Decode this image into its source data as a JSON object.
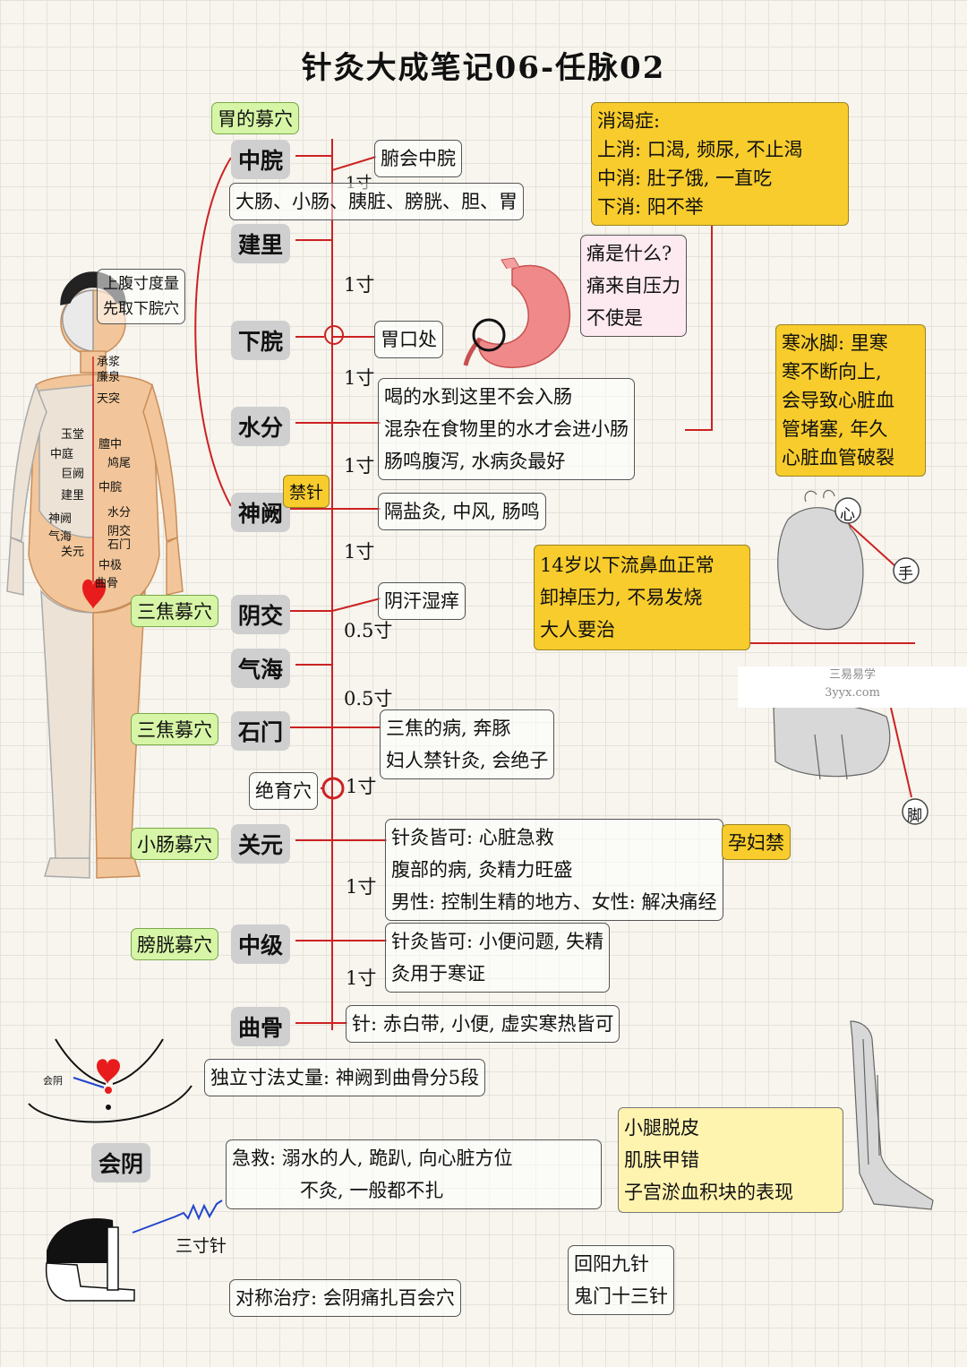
{
  "title": "针灸大成笔记06-任脉02",
  "points": {
    "zhongwan": "中脘",
    "jianli": "建里",
    "xiawan": "下脘",
    "shuifen": "水分",
    "shenque": "神阙",
    "yinjiao": "阴交",
    "qihai": "气海",
    "shimen": "石门",
    "guanyuan": "关元",
    "zhongji": "中级",
    "qugu": "曲骨",
    "huiyin": "会阴"
  },
  "mu_labels": {
    "wei": "胃的募穴",
    "sanjiao1": "三焦募穴",
    "sanjiao2": "三焦募穴",
    "xiaochang": "小肠募穴",
    "pangguang": "膀胱募穴"
  },
  "distances": [
    "1寸",
    "1寸",
    "1寸",
    "1寸",
    "1寸",
    "0.5寸",
    "0.5寸",
    "1寸",
    "1寸",
    "1寸"
  ],
  "notes": {
    "fuhui": "腑会中脘",
    "organs": "大肠、小肠、胰脏、膀胱、胆、胃",
    "upper_measure": [
      "上腹寸度量",
      "先取下脘穴"
    ],
    "weikou": "胃口处",
    "shuifen": [
      "喝的水到这里不会入肠",
      "混杂在食物里的水才会进小肠",
      "肠鸣腹泻, 水病灸最好"
    ],
    "jinzhen": "禁针",
    "shenque": "隔盐灸, 中风, 肠鸣",
    "yinjiao": "阴汗湿痒",
    "shimen": [
      "三焦的病, 奔豚",
      "妇人禁针灸, 会绝子"
    ],
    "jueyu": "绝育穴",
    "guanyuan": [
      "针灸皆可: 心脏急救",
      "腹部的病, 灸精力旺盛",
      "男性: 控制生精的地方、女性: 解决痛经"
    ],
    "yunfu": "孕妇禁",
    "zhongji": [
      "针灸皆可: 小便问题, 失精",
      "灸用于寒证"
    ],
    "qugu": "针: 赤白带, 小便, 虚实寒热皆可",
    "duli": "独立寸法丈量: 神阙到曲骨分5段",
    "huiyin_aid": [
      "急救: 溺水的人, 跪趴, 向心脏方位",
      "不灸, 一般都不扎"
    ],
    "sancun": "三寸针",
    "duicheng": "对称治疗: 会阴痛扎百会穴",
    "huiyang": [
      "回阳九针",
      "鬼门十三针"
    ]
  },
  "callouts": {
    "xiaoke": [
      "消渴症:",
      "上消: 口渴, 频尿, 不止渴",
      "中消: 肚子饿, 一直吃",
      "下消: 阳不举"
    ],
    "tong": [
      "痛是什么?",
      "痛来自压力",
      "不使是"
    ],
    "hanbing": [
      "寒冰脚: 里寒",
      "寒不断向上,",
      "会导致心脏血",
      "管堵塞, 年久",
      "心脏血管破裂"
    ],
    "bixue": [
      "14岁以下流鼻血正常",
      "卸掉压力, 不易发烧",
      "大人要治"
    ],
    "xiaotui": [
      "小腿脱皮",
      "肌肤甲错",
      "子宫淤血积块的表现"
    ]
  },
  "figure_labels": {
    "left": [
      "玉堂",
      "中庭",
      "巨阙",
      "建里",
      "神阙",
      "气海",
      "关元"
    ],
    "right": [
      "承浆",
      "廉泉",
      "天突",
      "膻中",
      "鸠尾",
      "中脘",
      "水分",
      "阴交",
      "石门",
      "中极",
      "曲骨"
    ],
    "huiyin": "会阴"
  },
  "anatomy_labels": {
    "xin": "心",
    "shou": "手",
    "jiao": "脚"
  },
  "watermark": [
    "三易易学",
    "3yyx.com"
  ],
  "colors": {
    "meridian": "#cc2222",
    "yellow": "#f7cc2c",
    "green": "#d6f5a6",
    "grey": "#cfcfcf"
  }
}
